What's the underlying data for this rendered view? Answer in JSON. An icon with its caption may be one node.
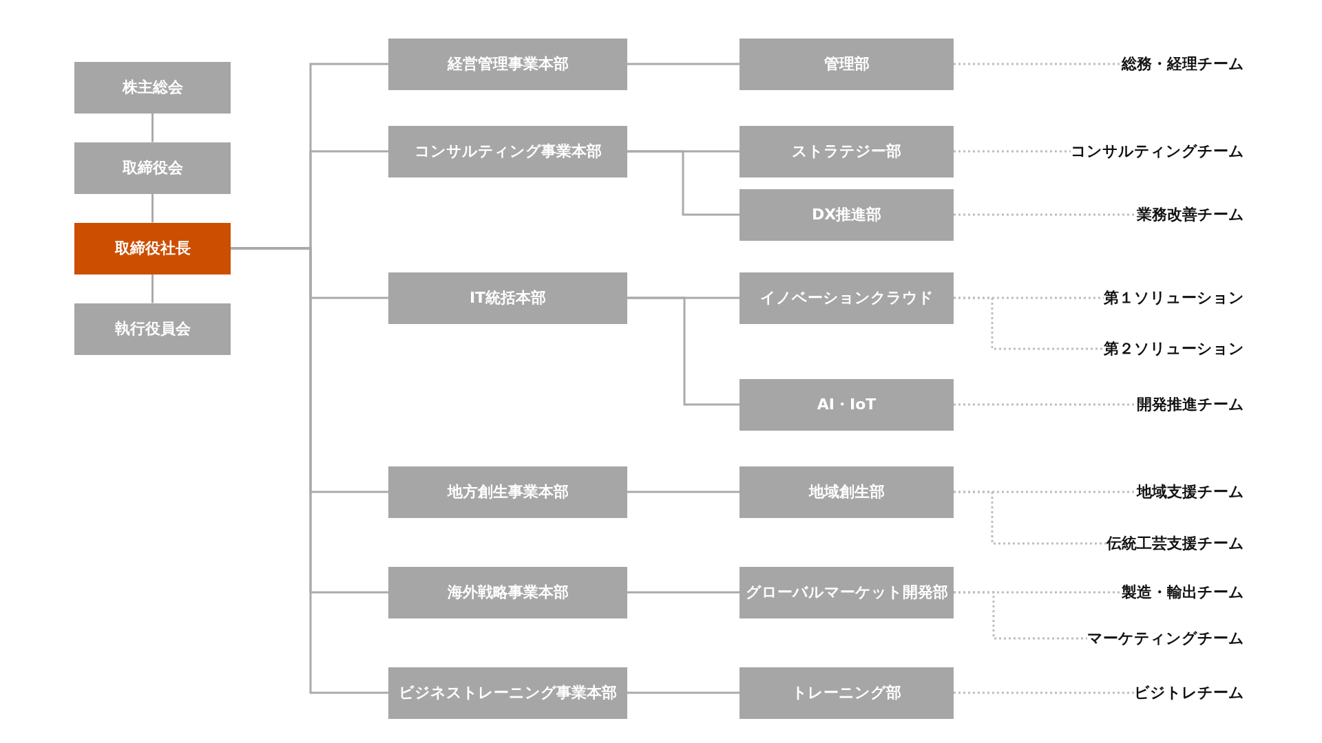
{
  "diagram": {
    "nodes": [
      {
        "text": [
          "株主総会"
        ]
      },
      {
        "text": [
          "取締役会"
        ]
      },
      {
        "text": [
          "取締役社長"
        ]
      },
      {
        "text": [
          "執行役員会"
        ]
      },
      {
        "text": [
          "経営管理事業本部"
        ]
      },
      {
        "text": [
          "コンサルティング事業本部"
        ]
      },
      {
        "text": [
          "IT統括本部"
        ]
      },
      {
        "text": [
          "地方創生事業本部"
        ]
      },
      {
        "text": [
          "海外戦略事業本部"
        ]
      },
      {
        "text": [
          "ビジネストレーニング事業本部"
        ]
      },
      {
        "text": [
          "管理部"
        ]
      },
      {
        "text": [
          "ストラテジー部"
        ]
      },
      {
        "text": [
          "DX推進部"
        ]
      },
      {
        "text": [
          "イノベーションクラウド"
        ]
      },
      {
        "text": [
          "AI・IoT"
        ]
      },
      {
        "text": [
          "地域創生部"
        ]
      },
      {
        "text": [
          "グローバルマーケット開発部"
        ]
      },
      {
        "text": [
          "トレーニング部"
        ]
      },
      {
        "text": [
          "総務・経理チーム"
        ]
      },
      {
        "text": [
          "コンサルティングチーム"
        ]
      },
      {
        "text": [
          "業務改善チーム"
        ]
      },
      {
        "text": [
          "第１ソリューション"
        ]
      },
      {
        "text": [
          "第２ソリューション"
        ]
      },
      {
        "text": [
          "開発推進チーム"
        ]
      },
      {
        "text": [
          "地域支援チーム"
        ]
      },
      {
        "text": [
          "伝統工芸支援チーム"
        ]
      },
      {
        "text": [
          "製造・輸出チーム"
        ]
      },
      {
        "text": [
          "マーケティングチーム"
        ]
      },
      {
        "text": [
          "ビジトレチーム"
        ]
      }
    ],
    "edges": [
      {
        "from": 0,
        "to": 1,
        "arrow": "none"
      },
      {
        "from": 1,
        "to": 2,
        "arrow": "none"
      },
      {
        "from": 2,
        "to": 3,
        "arrow": "none"
      },
      {
        "from": 2,
        "to": 4,
        "arrow": "none"
      },
      {
        "from": 2,
        "to": 5,
        "arrow": "none"
      },
      {
        "from": 2,
        "to": 6,
        "arrow": "none"
      },
      {
        "from": 2,
        "to": 7,
        "arrow": "none"
      },
      {
        "from": 2,
        "to": 8,
        "arrow": "none"
      },
      {
        "from": 2,
        "to": 9,
        "arrow": "none"
      },
      {
        "from": 4,
        "to": 10,
        "arrow": "none"
      },
      {
        "from": 5,
        "to": 11,
        "arrow": "none"
      },
      {
        "from": 5,
        "to": 12,
        "arrow": "none"
      },
      {
        "from": 6,
        "to": 13,
        "arrow": "none"
      },
      {
        "from": 6,
        "to": 14,
        "arrow": "none"
      },
      {
        "from": 7,
        "to": 15,
        "arrow": "none"
      },
      {
        "from": 8,
        "to": 16,
        "arrow": "none"
      },
      {
        "from": 9,
        "to": 17,
        "arrow": "none"
      },
      {
        "from": 10,
        "to": 18,
        "arrow": "none",
        "style": "dashed"
      },
      {
        "from": 11,
        "to": 19,
        "arrow": "none",
        "style": "dashed"
      },
      {
        "from": 12,
        "to": 20,
        "arrow": "none",
        "style": "dashed"
      },
      {
        "from": 13,
        "to": 21,
        "arrow": "none",
        "style": "dashed"
      },
      {
        "from": 13,
        "to": 22,
        "arrow": "none",
        "style": "dashed"
      },
      {
        "from": 14,
        "to": 23,
        "arrow": "none",
        "style": "dashed"
      },
      {
        "from": 15,
        "to": 24,
        "arrow": "none",
        "style": "dashed"
      },
      {
        "from": 15,
        "to": 25,
        "arrow": "none",
        "style": "dashed"
      },
      {
        "from": 16,
        "to": 26,
        "arrow": "none",
        "style": "dashed"
      },
      {
        "from": 16,
        "to": 27,
        "arrow": "none",
        "style": "dashed"
      },
      {
        "from": 17,
        "to": 28,
        "arrow": "none",
        "style": "dashed"
      }
    ]
  }
}
